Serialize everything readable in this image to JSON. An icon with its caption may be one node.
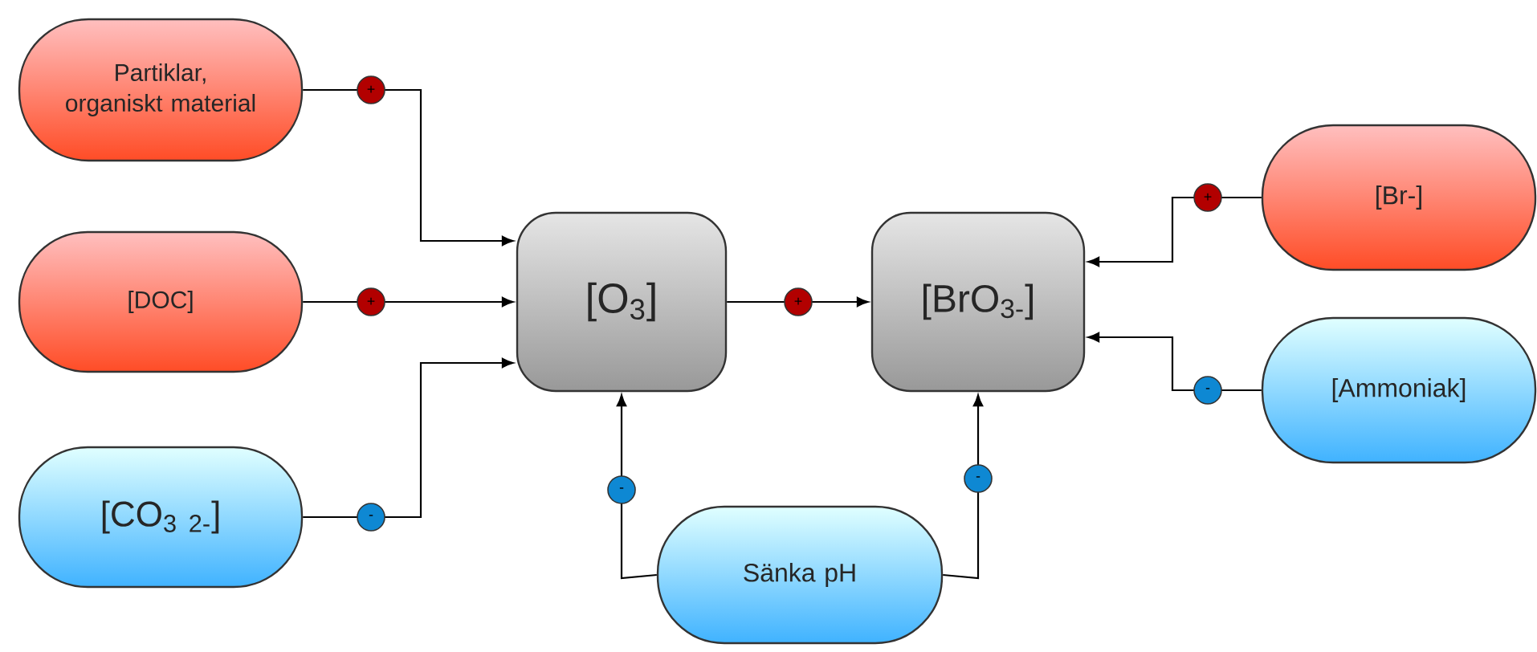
{
  "diagram": {
    "nodes": [
      {
        "text": [
          "Partiklar, organiskt material"
        ]
      },
      {
        "text": [
          "[DOC]"
        ]
      },
      {
        "text": [
          "[CO$_{3 2-}$]"
        ]
      },
      {
        "text": [
          "[O$_{3}$]"
        ]
      },
      {
        "text": [
          "[BrO$_{3-}$]"
        ]
      },
      {
        "text": [
          "[Br-]"
        ]
      },
      {
        "text": [
          "[Ammoniak]"
        ]
      },
      {
        "text": [
          "Sänka pH"
        ]
      }
    ],
    "edges": [
      {
        "from": 0,
        "to": 3,
        "arrow": "to",
        "label": "+"
      },
      {
        "from": 1,
        "to": 3,
        "arrow": "to",
        "label": "+"
      },
      {
        "from": 2,
        "to": 3,
        "arrow": "to",
        "label": "-"
      },
      {
        "from": 3,
        "to": 4,
        "arrow": "to",
        "label": "+"
      },
      {
        "from": 5,
        "to": 4,
        "arrow": "to",
        "label": "+"
      },
      {
        "from": 6,
        "to": 4,
        "arrow": "to",
        "label": "-"
      },
      {
        "from": 7,
        "to": 3,
        "arrow": "to",
        "label": "-"
      },
      {
        "from": 7,
        "to": 4,
        "arrow": "to",
        "label": "-"
      }
    ]
  }
}
